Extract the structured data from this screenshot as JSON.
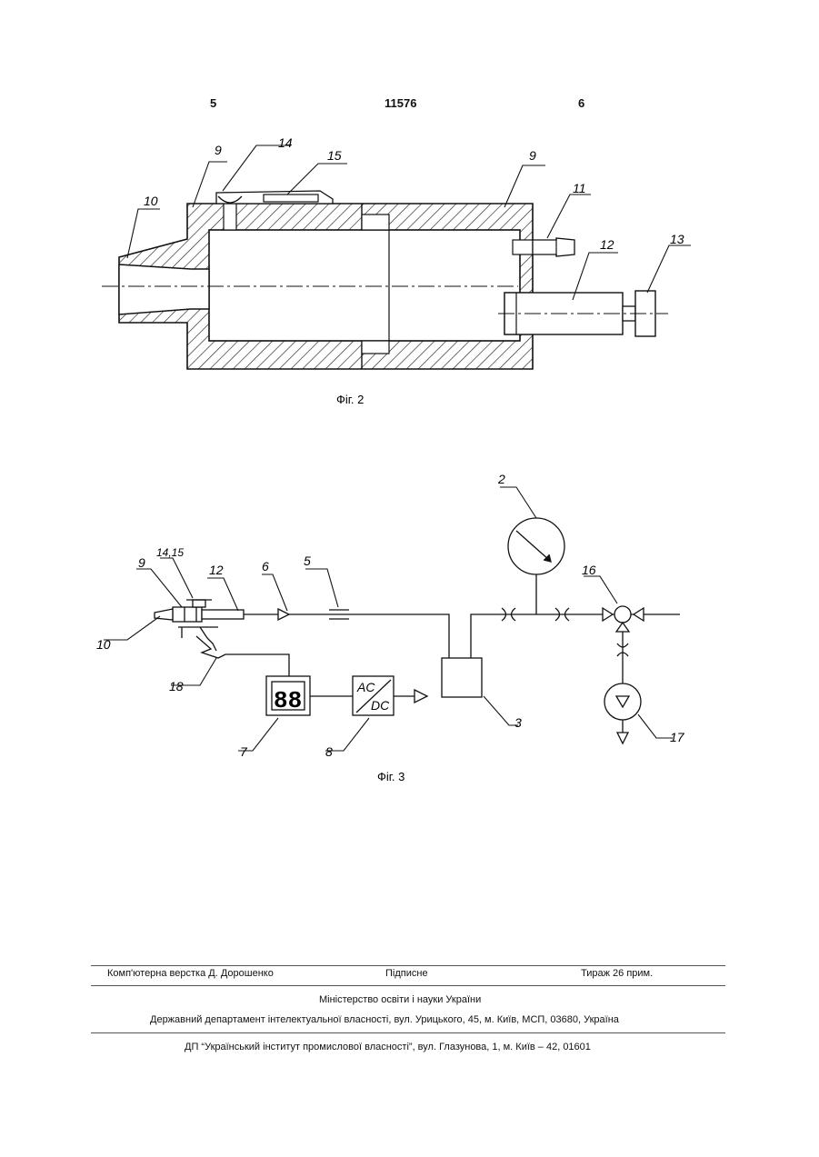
{
  "header": {
    "left_page": "5",
    "patent_number": "11576",
    "right_page": "6"
  },
  "fig2": {
    "caption": "Фіг. 2",
    "labels": {
      "l9a": "9",
      "l14": "14",
      "l15a": "15",
      "l9b": "9",
      "l10": "10",
      "l11": "11",
      "l12": "12",
      "l13": "13"
    }
  },
  "fig3": {
    "caption": "Фіг. 3",
    "labels": {
      "l2": "2",
      "l9": "9",
      "l1415": "14,15",
      "l12": "12",
      "l6": "6",
      "l5": "5",
      "l16": "16",
      "l10": "10",
      "l18": "18",
      "l7": "7",
      "l8": "8",
      "l3": "3",
      "l17": "17"
    },
    "display_text": "88",
    "converter_top": "AC",
    "converter_bottom": "DC"
  },
  "footer": {
    "typesetter": "Комп'ютерна верстка Д. Дорошенко",
    "signed": "Підписне",
    "circulation": "Тираж 26 прим.",
    "ministry": "Міністерство освіти і науки України",
    "department": "Державний департамент інтелектуальної власності, вул. Урицького, 45, м. Київ, МСП, 03680, Україна",
    "institute": "ДП “Український інститут промислової власності”, вул. Глазунова, 1, м. Київ – 42, 01601"
  }
}
